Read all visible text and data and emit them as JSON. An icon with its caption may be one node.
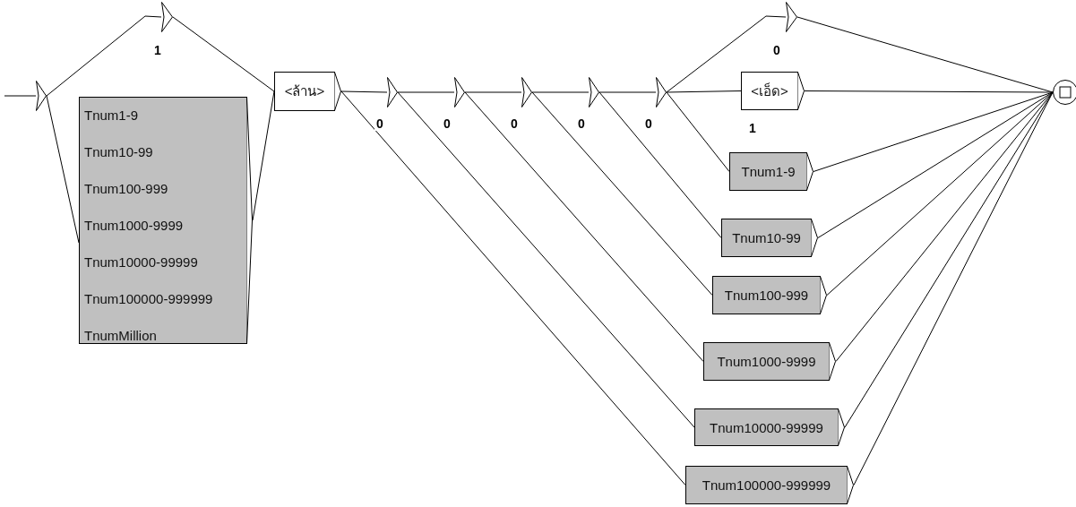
{
  "diagram": {
    "nodes": [
      {
        "text": [],
        "shape": "triangle"
      },
      {
        "text": [],
        "shape": "triangle",
        "beside": [
          "1"
        ]
      },
      {
        "text": [
          "Tnum1-9",
          "Tnum10-99",
          "Tnum100-999",
          "Tnum1000-9999",
          "Tnum10000-99999",
          "Tnum100000-999999",
          "TnumMillion"
        ]
      },
      {
        "text": [
          "<ล้าน>"
        ]
      },
      {
        "text": [],
        "shape": "triangle",
        "beside": [
          "0"
        ]
      },
      {
        "text": [],
        "shape": "triangle",
        "beside": [
          "0"
        ]
      },
      {
        "text": [],
        "shape": "triangle",
        "beside": [
          "0"
        ]
      },
      {
        "text": [],
        "shape": "triangle",
        "beside": [
          "0"
        ]
      },
      {
        "text": [],
        "shape": "triangle",
        "beside": [
          "0"
        ]
      },
      {
        "text": [],
        "shape": "triangle",
        "beside": [
          "0"
        ]
      },
      {
        "text": [
          "<เอ็ด>"
        ],
        "beside": [
          "1"
        ]
      },
      {
        "text": [
          "Tnum1-9"
        ]
      },
      {
        "text": [
          "Tnum10-99"
        ]
      },
      {
        "text": [
          "Tnum100-999"
        ]
      },
      {
        "text": [
          "Tnum1000-9999"
        ]
      },
      {
        "text": [
          "Tnum10000-99999"
        ]
      },
      {
        "text": [
          "Tnum100000-999999"
        ]
      },
      {
        "text": [],
        "shape": "circle"
      }
    ],
    "edges": [
      {
        "from": 0,
        "to": 1,
        "arrow": "none"
      },
      {
        "from": 0,
        "to": 2,
        "arrow": "none"
      },
      {
        "from": 1,
        "to": 3,
        "arrow": "none"
      },
      {
        "from": 2,
        "to": 3,
        "arrow": "none"
      },
      {
        "from": 3,
        "to": 4,
        "arrow": "none"
      },
      {
        "from": 4,
        "to": 5,
        "arrow": "none"
      },
      {
        "from": 5,
        "to": 6,
        "arrow": "none"
      },
      {
        "from": 6,
        "to": 7,
        "arrow": "none"
      },
      {
        "from": 7,
        "to": 8,
        "arrow": "none"
      },
      {
        "from": 3,
        "to": 16,
        "arrow": "none"
      },
      {
        "from": 4,
        "to": 15,
        "arrow": "none"
      },
      {
        "from": 5,
        "to": 14,
        "arrow": "none"
      },
      {
        "from": 6,
        "to": 13,
        "arrow": "none"
      },
      {
        "from": 7,
        "to": 12,
        "arrow": "none"
      },
      {
        "from": 8,
        "to": 11,
        "arrow": "none"
      },
      {
        "from": 8,
        "to": 9,
        "arrow": "none"
      },
      {
        "from": 8,
        "to": 10,
        "arrow": "none"
      },
      {
        "from": 9,
        "to": 17,
        "arrow": "none"
      },
      {
        "from": 10,
        "to": 17,
        "arrow": "none"
      },
      {
        "from": 11,
        "to": 17,
        "arrow": "none"
      },
      {
        "from": 12,
        "to": 17,
        "arrow": "none"
      },
      {
        "from": 13,
        "to": 17,
        "arrow": "none"
      },
      {
        "from": 14,
        "to": 17,
        "arrow": "none"
      },
      {
        "from": 15,
        "to": 17,
        "arrow": "none"
      },
      {
        "from": 16,
        "to": 17,
        "arrow": "none"
      }
    ]
  }
}
